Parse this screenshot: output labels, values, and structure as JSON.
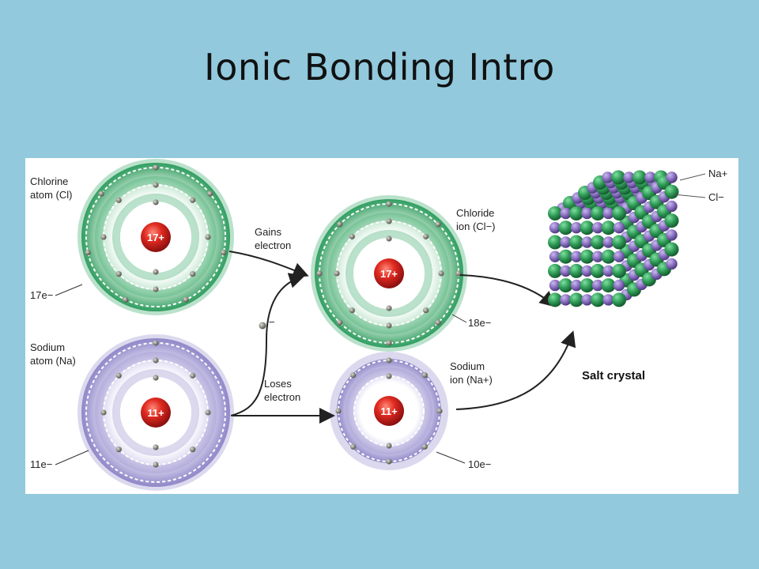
{
  "slide": {
    "title": "Ionic Bonding Intro"
  },
  "figure": {
    "chlorine_atom": {
      "line1": "Chlorine",
      "line2": "atom (Cl)",
      "nucleus": "17+",
      "electrons": "17e−"
    },
    "sodium_atom": {
      "line1": "Sodium",
      "line2": "atom (Na)",
      "nucleus": "11+",
      "electrons": "11e−"
    },
    "chloride_ion": {
      "line1": "Chloride",
      "line2": "ion (Cl−)",
      "nucleus": "17+",
      "electrons": "18e−"
    },
    "sodium_ion": {
      "line1": "Sodium",
      "line2": "ion (Na+)",
      "nucleus": "11+",
      "electrons": "10e−"
    },
    "gains": {
      "line1": "Gains",
      "line2": "electron"
    },
    "loses": {
      "line1": "Loses",
      "line2": "electron"
    },
    "free_electron": "−",
    "crystal": {
      "label": "Salt crystal",
      "legend_na": "Na+",
      "legend_cl": "Cl−"
    },
    "colors": {
      "chlorine_shell": "#3aa86a",
      "sodium_shell": "#9a93cf",
      "nucleus": "#d42020",
      "cl_ion_sphere": "#2e9a55",
      "na_ion_sphere": "#8a6fc0"
    }
  }
}
